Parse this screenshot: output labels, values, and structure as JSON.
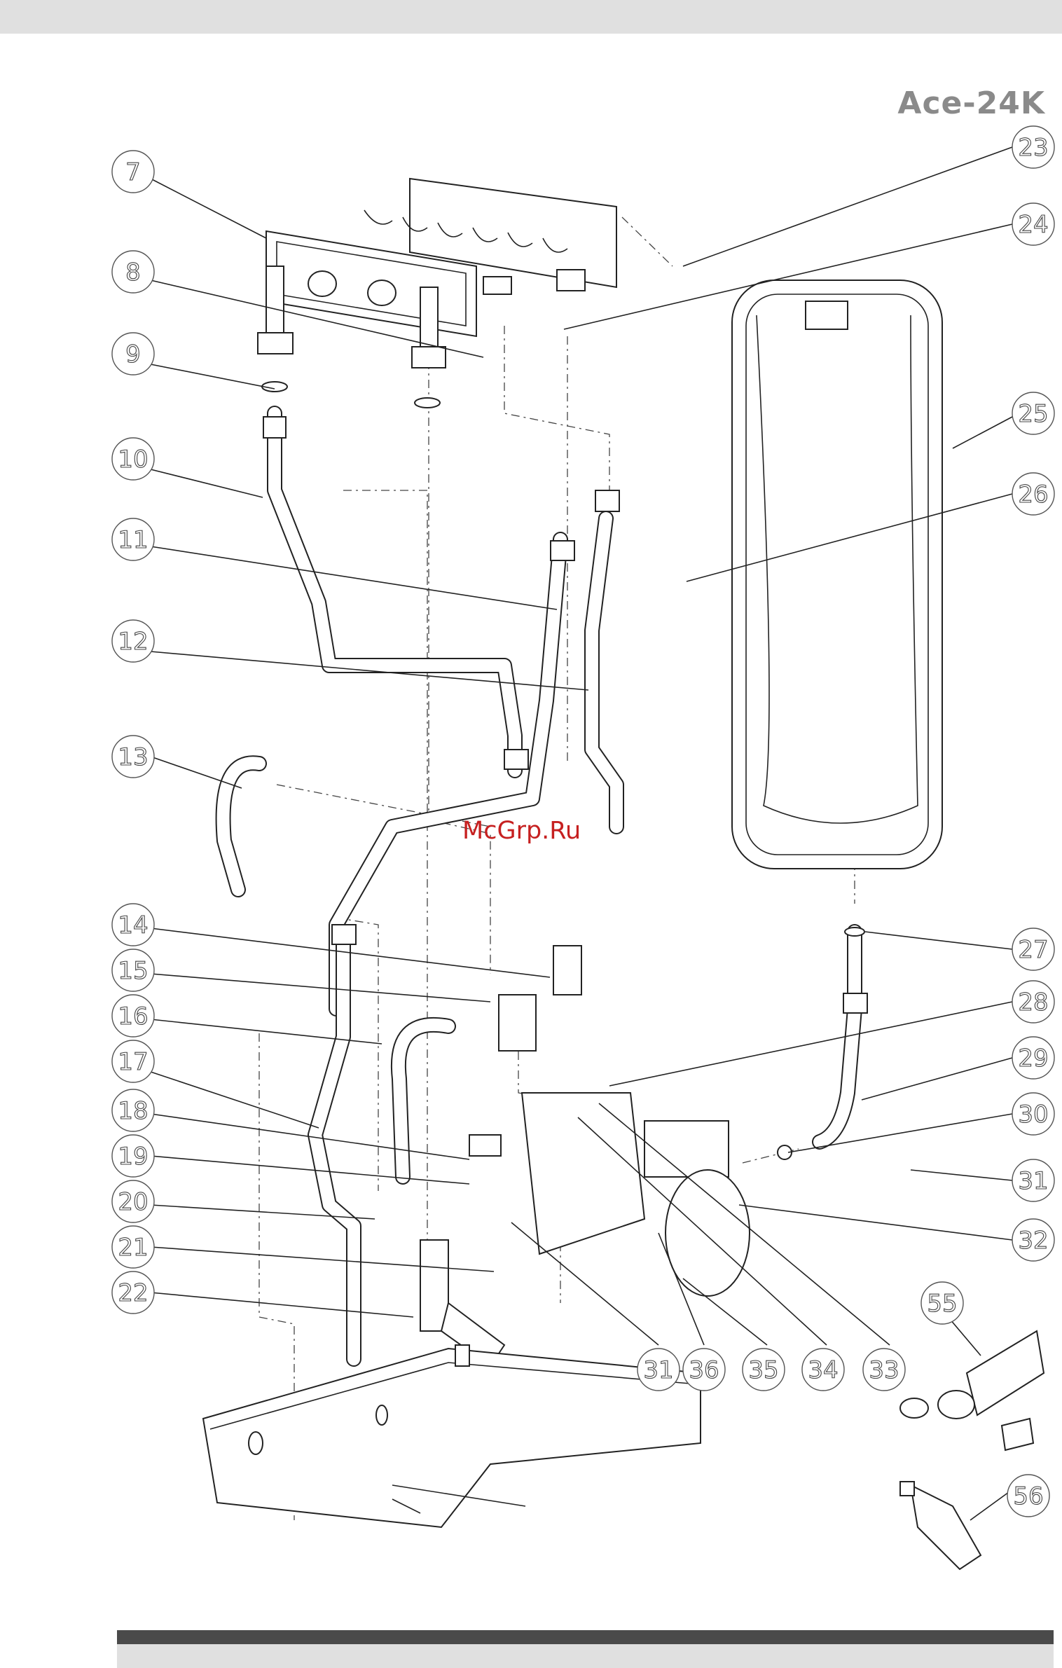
{
  "header": {
    "model": "Ace-24K"
  },
  "watermark": "McGrp.Ru",
  "callouts": [
    {
      "label": "7"
    },
    {
      "label": "8"
    },
    {
      "label": "9"
    },
    {
      "label": "10"
    },
    {
      "label": "11"
    },
    {
      "label": "12"
    },
    {
      "label": "13"
    },
    {
      "label": "14"
    },
    {
      "label": "15"
    },
    {
      "label": "16"
    },
    {
      "label": "17"
    },
    {
      "label": "18"
    },
    {
      "label": "19"
    },
    {
      "label": "20"
    },
    {
      "label": "21"
    },
    {
      "label": "22"
    },
    {
      "label": "23"
    },
    {
      "label": "24"
    },
    {
      "label": "25"
    },
    {
      "label": "26"
    },
    {
      "label": "27"
    },
    {
      "label": "28"
    },
    {
      "label": "29"
    },
    {
      "label": "30"
    },
    {
      "label": "31"
    },
    {
      "label": "32"
    },
    {
      "label": "31"
    },
    {
      "label": "36"
    },
    {
      "label": "35"
    },
    {
      "label": "34"
    },
    {
      "label": "33"
    },
    {
      "label": "55"
    },
    {
      "label": "56"
    }
  ]
}
